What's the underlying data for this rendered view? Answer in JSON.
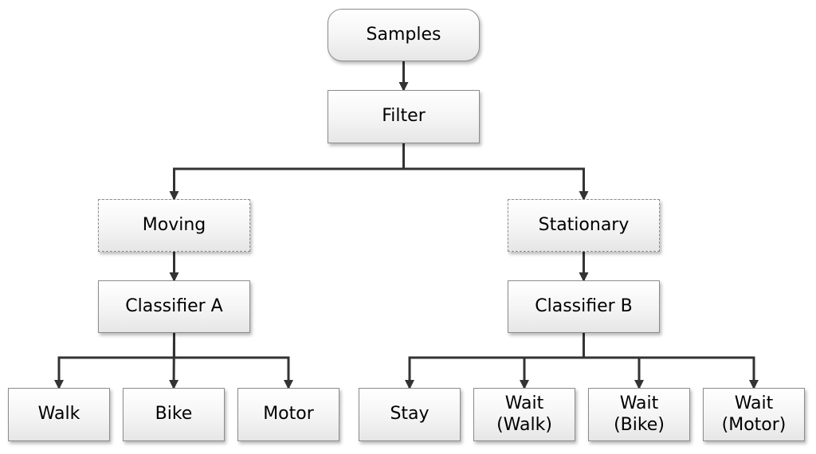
{
  "nodes": {
    "samples": "Samples",
    "filter": "Filter",
    "moving": "Moving",
    "stationary": "Stationary",
    "classifier_a": "Classifier A",
    "classifier_b": "Classifier B",
    "walk": "Walk",
    "bike": "Bike",
    "motor": "Motor",
    "stay": "Stay",
    "wait_walk": "Wait\n(Walk)",
    "wait_bike": "Wait\n(Bike)",
    "wait_motor": "Wait\n(Motor)"
  },
  "edges": [
    [
      "samples",
      "filter"
    ],
    [
      "filter",
      "moving"
    ],
    [
      "filter",
      "stationary"
    ],
    [
      "moving",
      "classifier_a"
    ],
    [
      "stationary",
      "classifier_b"
    ],
    [
      "classifier_a",
      "walk"
    ],
    [
      "classifier_a",
      "bike"
    ],
    [
      "classifier_a",
      "motor"
    ],
    [
      "classifier_b",
      "stay"
    ],
    [
      "classifier_b",
      "wait_walk"
    ],
    [
      "classifier_b",
      "wait_bike"
    ],
    [
      "classifier_b",
      "wait_motor"
    ]
  ],
  "colors": {
    "line": "#333333",
    "border": "#8c8c8c",
    "text": "#000000"
  }
}
